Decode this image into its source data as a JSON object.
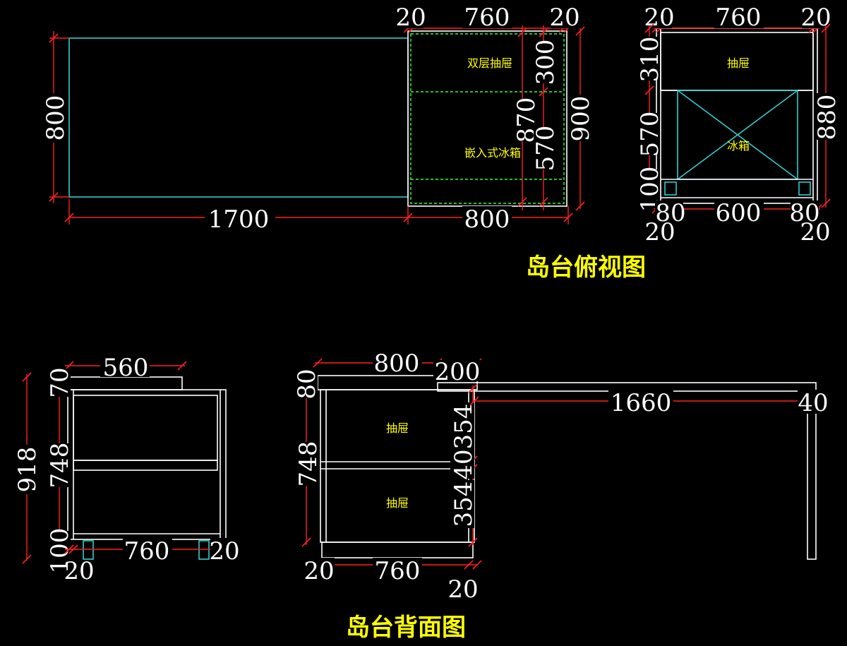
{
  "titles": {
    "top_view": "岛台俯视图",
    "back_view": "岛台背面图"
  },
  "labels": {
    "double_drawer": "双层抽屉",
    "built_in_fridge": "嵌入式冰箱",
    "drawer": "抽屉",
    "fridge": "冰箱"
  },
  "dims": {
    "tl_w1700": "1700",
    "tl_w800": "800",
    "tl_h800": "800",
    "tl_top20a": "20",
    "tl_top760": "760",
    "tl_top20b": "20",
    "tl_v300": "300",
    "tl_v870": "870",
    "tl_v570": "570",
    "tl_v900": "900",
    "tr_top20a": "20",
    "tr_top760": "760",
    "tr_top20b": "20",
    "tr_v310": "310",
    "tr_v570": "570",
    "tr_v100": "100",
    "tr_v880": "880",
    "tr_b80a": "80",
    "tr_b600": "600",
    "tr_b80b": "80",
    "tr_b20a": "20",
    "tr_b20b": "20",
    "bl_w560": "560",
    "bl_v70": "70",
    "bl_v748": "748",
    "bl_v918": "918",
    "bl_v100": "100",
    "bl_b760": "760",
    "bl_b20a": "20",
    "bl_b20b": "20",
    "bc_w800": "800",
    "bc_w200": "200",
    "bc_v80": "80",
    "bc_v748": "748",
    "bc_v354a": "354",
    "bc_v40": "40",
    "bc_v354b": "354",
    "bc_w1660": "1660",
    "bc_w40": "40",
    "bc_b20a": "20",
    "bc_b760": "760",
    "bc_b20b": "20"
  }
}
